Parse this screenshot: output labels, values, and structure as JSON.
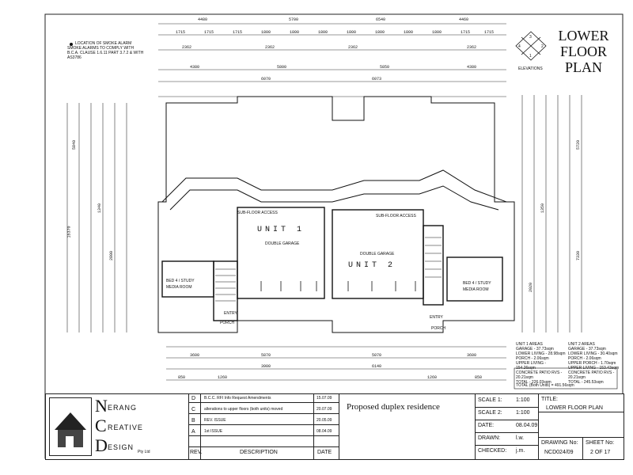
{
  "drawing": {
    "title_lines": [
      "LOWER",
      "FLOOR",
      "PLAN"
    ],
    "elevations_label": "ELEVATIONS",
    "compass_numbers": [
      "3",
      "4",
      "2",
      "1"
    ],
    "legend_item": "LOCATION OF SMOKE ALARM",
    "legend_note": "SMOKE ALARMS TO COMPLY WITH B.C.A. CLAUSE 1.6.11 PART 3.7.2 & WITH AS3786",
    "units": {
      "unit1": "UNIT 1",
      "unit2": "UNIT 2"
    },
    "rooms": {
      "double_garage_1": "DOUBLE GARAGE",
      "double_garage_2": "DOUBLE GARAGE",
      "bed4_left": "BED 4 / STUDY",
      "media_left": "MEDIA ROOM",
      "bed4_right": "BED 4 / STUDY",
      "media_right": "MEDIA ROOM",
      "porch_left": "PORCH",
      "porch_right": "PORCH",
      "subfloor_left": "SUB-FLOOR ACCESS",
      "subfloor_right": "SUB-FLOOR ACCESS",
      "entry_left": "ENTRY",
      "entry_right": "ENTRY"
    },
    "top_dims_row1": [
      "4480",
      "5700",
      "6540",
      "4460"
    ],
    "top_dims_row2": [
      "1715",
      "1715",
      "1715",
      "1800",
      "1800",
      "1800",
      "1800",
      "1800",
      "1800",
      "1800",
      "1715",
      "1715"
    ],
    "top_dims_row3": [
      "2362",
      "2362",
      "2362",
      "2362"
    ],
    "top_dims_row4": [
      "4380",
      "5800",
      "5850",
      "4380"
    ],
    "top_dims_row5": [
      "6070",
      "6073"
    ],
    "bottom_dims_row1": [
      "3600",
      "5870",
      "5070",
      "3600"
    ],
    "bottom_dims_row2": [
      "3900",
      "6140"
    ],
    "bottom_dims_row3": [
      "850",
      "1260",
      "1260",
      "850"
    ],
    "left_dims": [
      "5840",
      "15370",
      "1340",
      "2800"
    ],
    "right_dims": [
      "5720",
      "7330",
      "1350",
      "2020"
    ],
    "areas_unit1": [
      "UNIT 1 AREAS",
      "GARAGE - 37.73sqm",
      "LOWER LIVING - 28.98sqm",
      "PORCH - 2.06sqm",
      "UPPER LIVING - 154.26sqm",
      "CONCRETE PATIO RVS - 20.21sqm",
      "TOTAL - 226.03sqm"
    ],
    "areas_unit2": [
      "UNIT 2 AREAS",
      "GARAGE - 37.73sqm",
      "LOWER LIVING - 30.40sqm",
      "PORCH - 2.06sqm",
      "UPPER PORCH - 1.70sqm",
      "UPPER LIVING - 153.43sqm",
      "CONCRETE PATIO RVS - 20.21sqm",
      "TOTAL - 245.53sqm"
    ],
    "total_label": "TOTAL (Both Units) = 491.56sqm"
  },
  "title_block": {
    "company_letters": [
      "N",
      "C",
      "D"
    ],
    "company_words": [
      "ERANG",
      "REATIVE",
      "ESIGN"
    ],
    "company_suffix": "Pty Ltd",
    "revisions": [
      {
        "rev": "D",
        "desc": "B.C.C. RFI Info Request Amendments",
        "date": "15.07.09"
      },
      {
        "rev": "C",
        "desc": "alterations to upper floors (both units) moved",
        "date": "20.07.09"
      },
      {
        "rev": "B",
        "desc": "REV. ISSUE",
        "date": "20.05.09"
      },
      {
        "rev": "A",
        "desc": "1st ISSUE",
        "date": "08.04.09"
      }
    ],
    "rev_header": "REV.",
    "desc_header": "DESCRIPTION",
    "date_header": "DATE",
    "project": "Proposed duplex residence",
    "scale1_label": "SCALE 1:",
    "scale1_value": "1:100",
    "scale2_label": "SCALE 2:",
    "scale2_value": "1:100",
    "date_label": "DATE:",
    "date_value": "08.04.09",
    "drawn_label": "DRAWN:",
    "drawn_value": "l.w.",
    "checked_label": "CHECKED:",
    "checked_value": "j.m.",
    "title_label": "TITLE:",
    "title_value": "LOWER FLOOR PLAN",
    "drawing_no_label": "DRAWING No:",
    "drawing_no_value": "NCD024/09",
    "sheet_no_label": "SHEET No:",
    "sheet_no_value": "2 OF 17"
  }
}
